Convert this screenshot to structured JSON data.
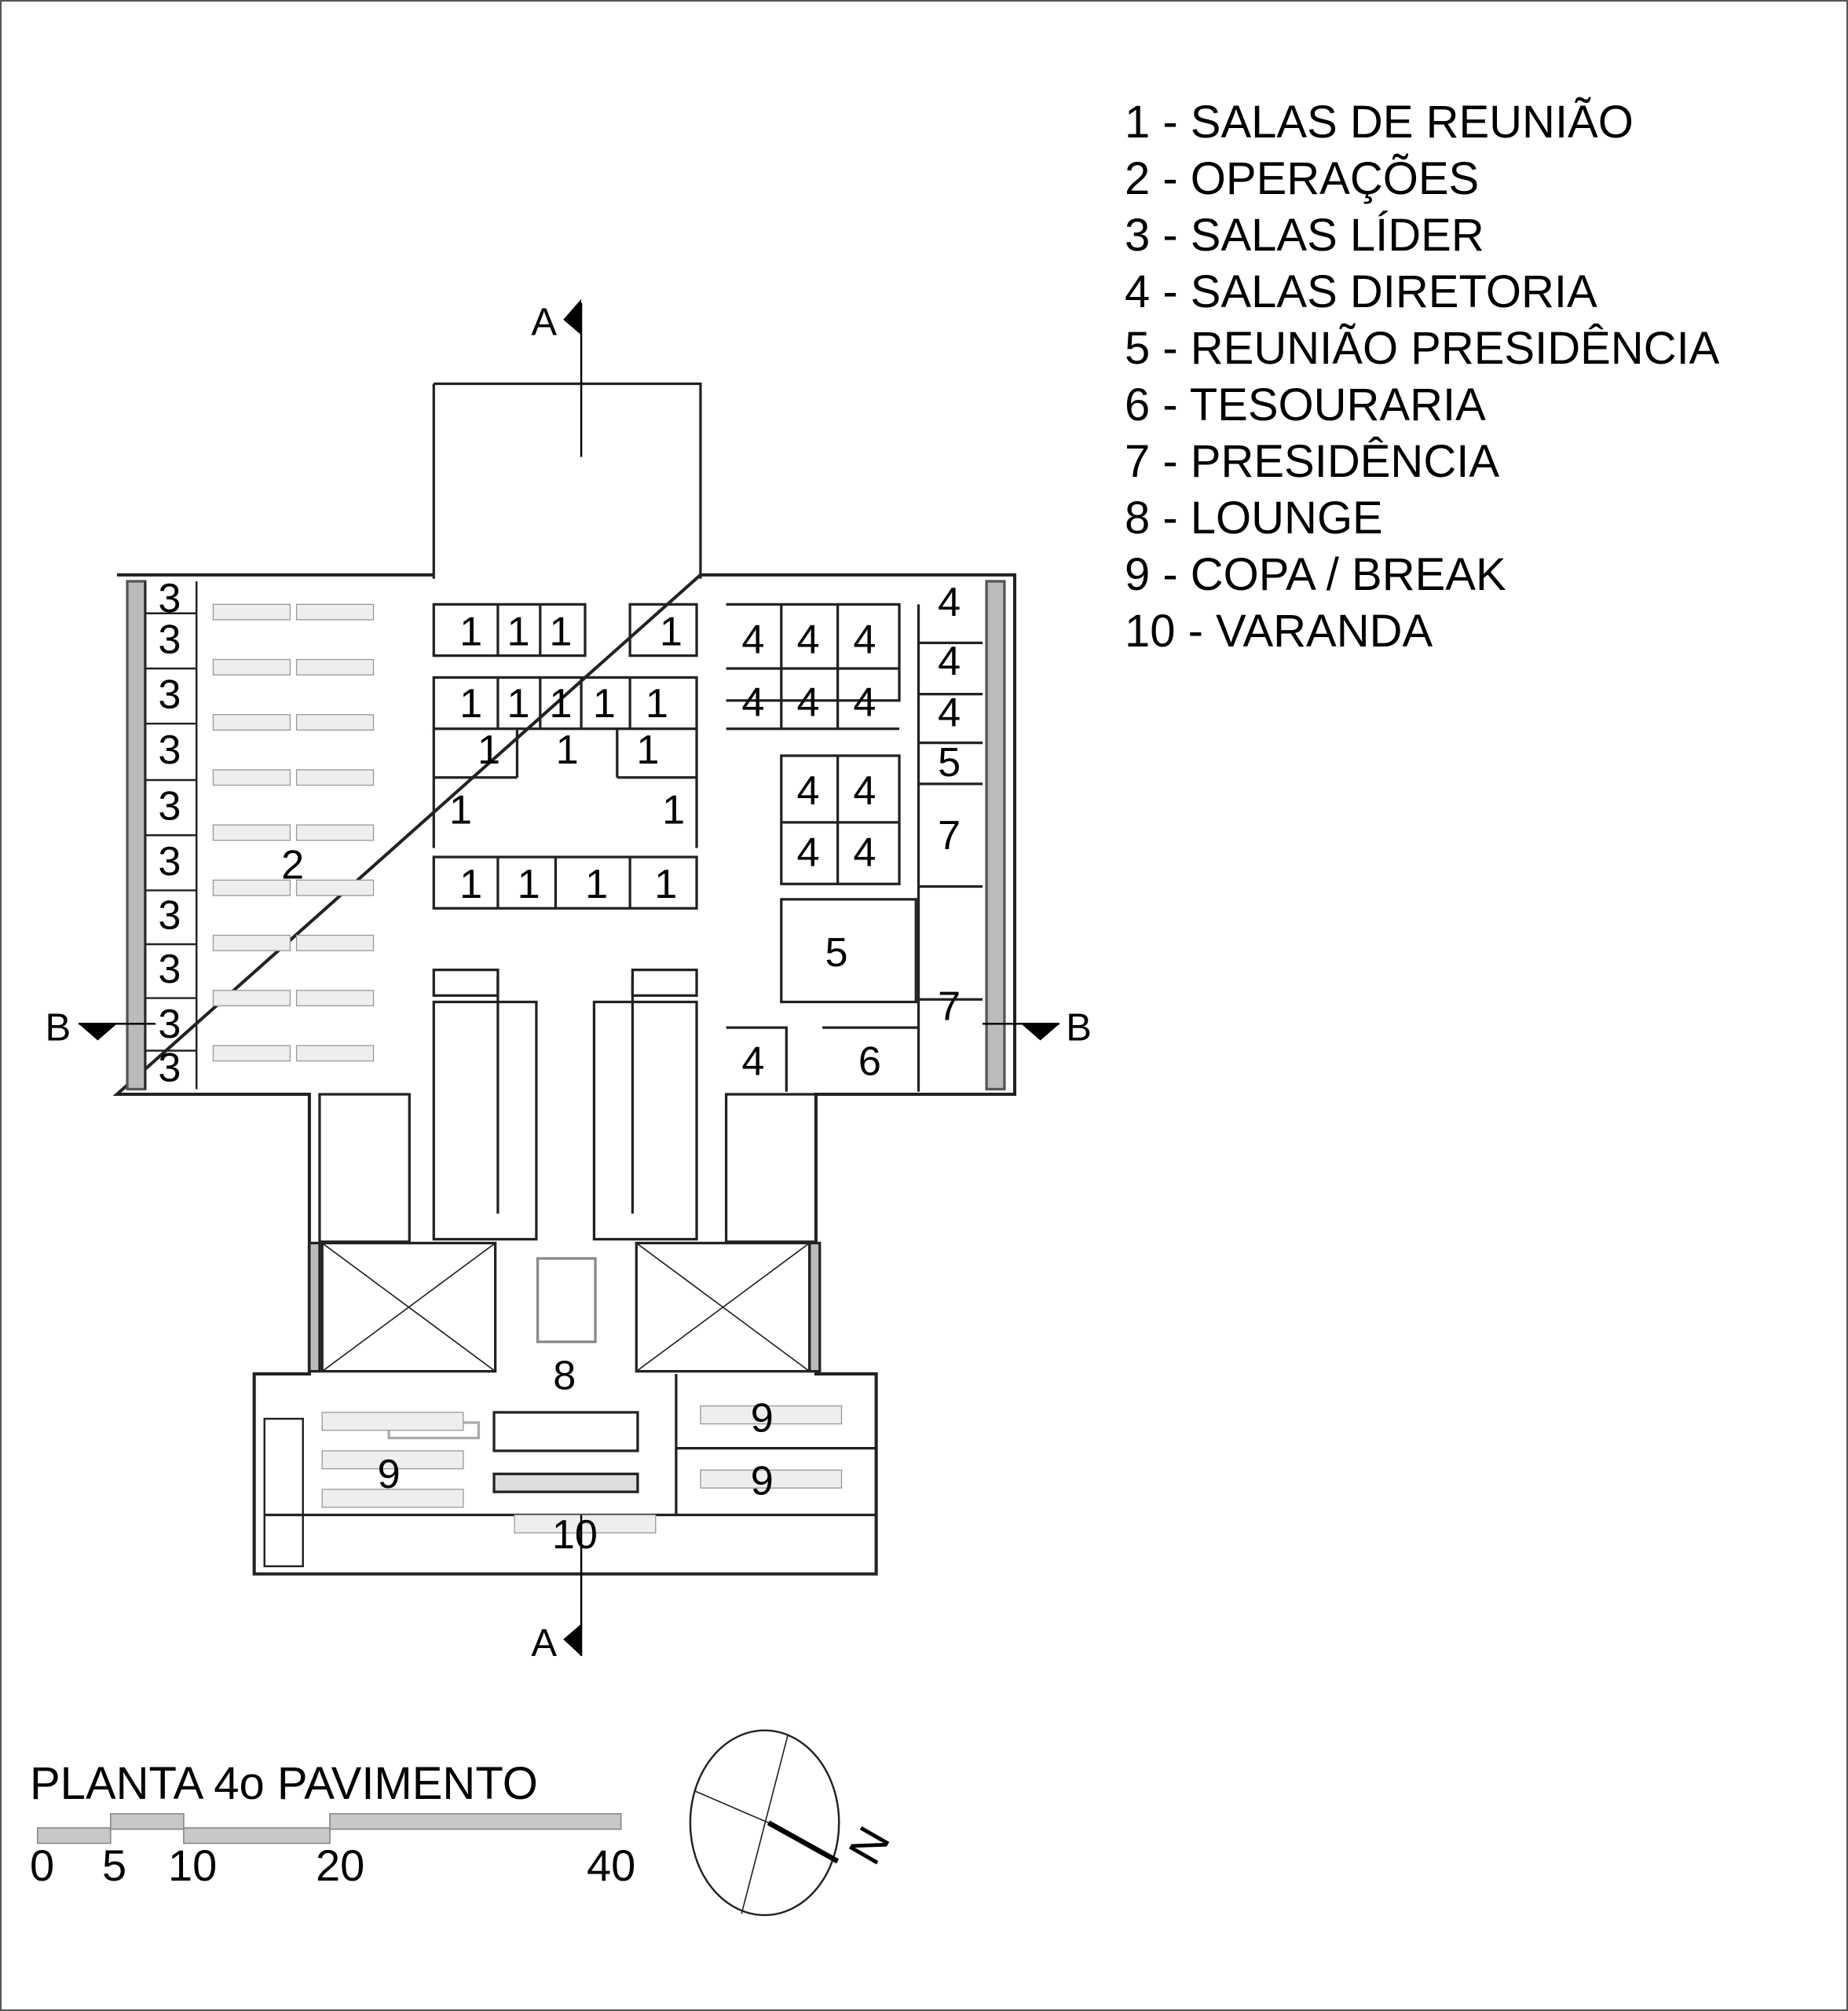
{
  "legend": [
    "1 - SALAS DE REUNIÃO",
    "2 - OPERAÇÕES",
    "3 - SALAS LÍDER",
    "4 - SALAS DIRETORIA",
    "5 - REUNIÃO PRESIDÊNCIA",
    "6 - TESOURARIA",
    "7 - PRESIDÊNCIA",
    "8 - LOUNGE",
    "9 - COPA / BREAK",
    "10 - VARANDA"
  ],
  "title": "PLANTA 4o PAVIMENTO",
  "scale_bar": {
    "ticks": [
      "0",
      "5",
      "10",
      "20",
      "40"
    ],
    "fill": "#c8c8c8"
  },
  "north_label": "N",
  "section_marks": {
    "a_top": "A",
    "a_bottom": "A",
    "b_left": "B",
    "b_right": "B"
  },
  "rooms": {
    "lider": [
      "3",
      "3",
      "3",
      "3",
      "3",
      "3",
      "3",
      "3",
      "3",
      "3"
    ],
    "operacoes": "2",
    "reuniao": [
      "1",
      "1",
      "1",
      "1",
      "1",
      "1",
      "1",
      "1",
      "1",
      "1",
      "1",
      "1",
      "1",
      "1",
      "1",
      "1",
      "1",
      "1"
    ],
    "diretoria": [
      "4",
      "4",
      "4",
      "4",
      "4",
      "4",
      "4",
      "4",
      "4",
      "4",
      "4",
      "4",
      "4",
      "4"
    ],
    "reuniao_presidencia": [
      "5",
      "5"
    ],
    "tesouraria": "6",
    "presidencia": [
      "7",
      "7"
    ],
    "lounge": "8",
    "copa": [
      "9",
      "9",
      "9"
    ],
    "varanda": "10"
  }
}
